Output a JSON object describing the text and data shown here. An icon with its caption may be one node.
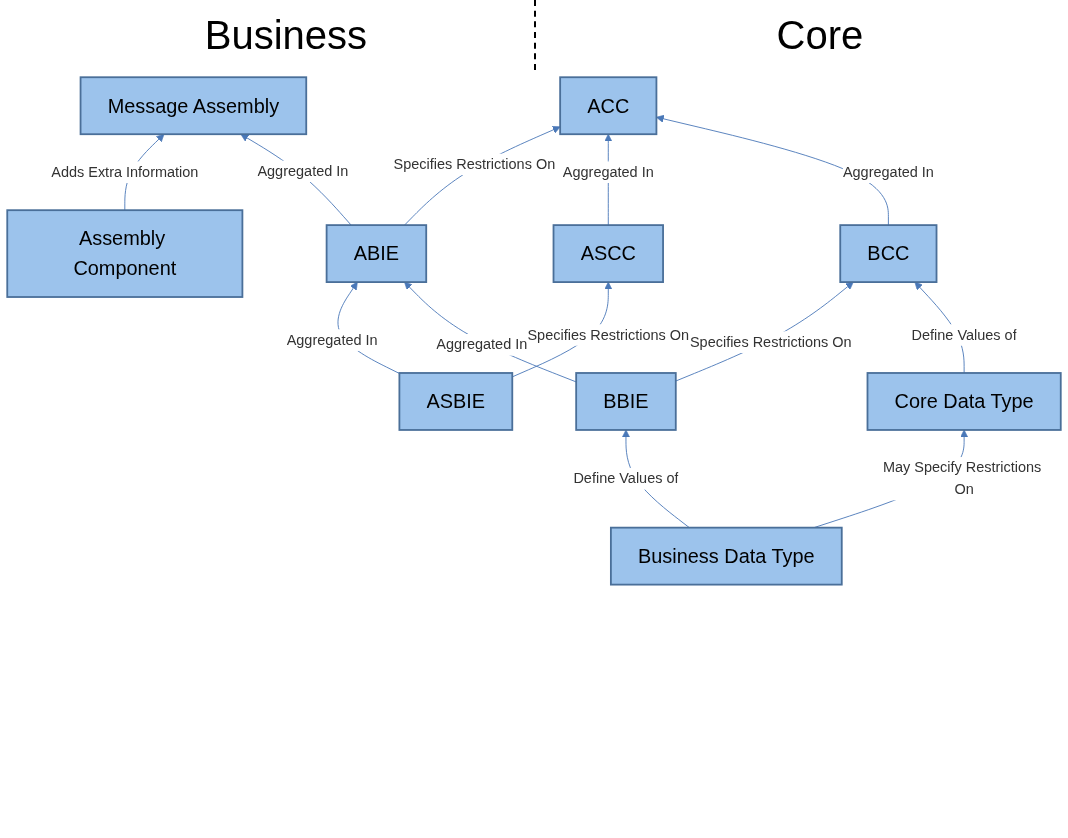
{
  "diagram": {
    "nodes": [
      {
        "text": [
          "Message Assembly"
        ]
      },
      {
        "text": [
          "Assembly Component"
        ]
      },
      {
        "text": [
          "ABIE"
        ]
      },
      {
        "text": [
          "ACC"
        ]
      },
      {
        "text": [
          "ASBIE"
        ]
      },
      {
        "text": [
          "ASCC"
        ]
      },
      {
        "text": [
          "BBIE"
        ]
      },
      {
        "text": [
          "BCC"
        ]
      },
      {
        "text": [
          "Business Data Type"
        ]
      },
      {
        "text": [
          "Core Data Type"
        ]
      }
    ],
    "edges": [
      {
        "from": 1,
        "to": 0,
        "arrow": "to",
        "label": "Adds Extra Information"
      },
      {
        "from": 2,
        "to": 0,
        "arrow": "to",
        "label": "Aggregated In"
      },
      {
        "from": 2,
        "to": 3,
        "arrow": "to",
        "label": "Specifies Restrictions On"
      },
      {
        "from": 4,
        "to": 2,
        "arrow": "to",
        "label": "Aggregated In"
      },
      {
        "from": 4,
        "to": 5,
        "arrow": "to",
        "label": "Specifies Restrictions On"
      },
      {
        "from": 5,
        "to": 3,
        "arrow": "to",
        "label": "Aggregated In"
      },
      {
        "from": 6,
        "to": 2,
        "arrow": "to",
        "label": "Aggregated In"
      },
      {
        "from": 7,
        "to": 3,
        "arrow": "to",
        "label": "Aggregated In"
      },
      {
        "from": 6,
        "to": 7,
        "arrow": "to",
        "label": "Specifies Restrictions On"
      },
      {
        "from": 8,
        "to": 6,
        "arrow": "to",
        "label": "Define Values of"
      },
      {
        "from": 9,
        "to": 7,
        "arrow": "to",
        "label": "Define Values of"
      },
      {
        "from": 8,
        "to": 9,
        "arrow": "to",
        "label": "May Specify Restrictions On"
      }
    ],
    "labels": [
      "Business",
      "Core"
    ]
  }
}
